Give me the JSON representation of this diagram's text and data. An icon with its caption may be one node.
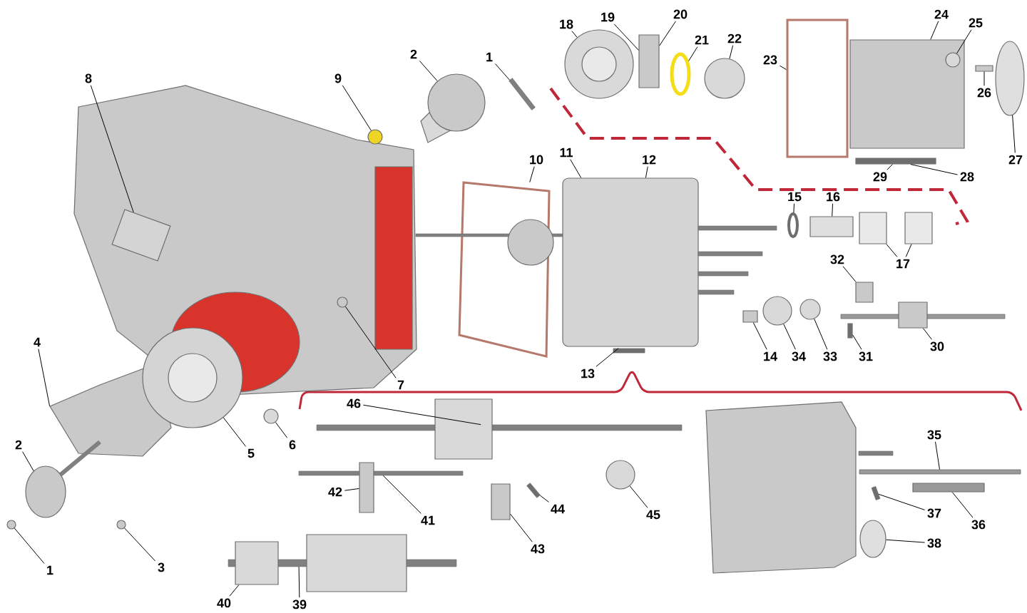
{
  "diagram": {
    "nodes": [
      {
        "text": [
          "8"
        ]
      },
      {
        "text": [
          "9"
        ]
      },
      {
        "text": [
          "2"
        ]
      },
      {
        "text": [
          "1"
        ]
      },
      {
        "text": [
          "18"
        ]
      },
      {
        "text": [
          "19"
        ]
      },
      {
        "text": [
          "20"
        ]
      },
      {
        "text": [
          "21"
        ]
      },
      {
        "text": [
          "22"
        ]
      },
      {
        "text": [
          "23"
        ]
      },
      {
        "text": [
          "24"
        ]
      },
      {
        "text": [
          "25"
        ]
      },
      {
        "text": [
          "26"
        ]
      },
      {
        "text": [
          "27"
        ]
      },
      {
        "text": [
          "10"
        ]
      },
      {
        "text": [
          "11"
        ]
      },
      {
        "text": [
          "12"
        ]
      },
      {
        "text": [
          "29"
        ]
      },
      {
        "text": [
          "28"
        ]
      },
      {
        "text": [
          "15"
        ]
      },
      {
        "text": [
          "16"
        ]
      },
      {
        "text": [
          "17"
        ]
      },
      {
        "text": [
          "32"
        ]
      },
      {
        "text": [
          "4"
        ]
      },
      {
        "text": [
          "7"
        ]
      },
      {
        "text": [
          "30"
        ]
      },
      {
        "text": [
          "14"
        ]
      },
      {
        "text": [
          "34"
        ]
      },
      {
        "text": [
          "33"
        ]
      },
      {
        "text": [
          "31"
        ]
      },
      {
        "text": [
          "13"
        ]
      },
      {
        "text": [
          "46"
        ]
      },
      {
        "text": [
          "35"
        ]
      },
      {
        "text": [
          "2"
        ]
      },
      {
        "text": [
          "6"
        ]
      },
      {
        "text": [
          "5"
        ]
      },
      {
        "text": [
          "42"
        ]
      },
      {
        "text": [
          "41"
        ]
      },
      {
        "text": [
          "44"
        ]
      },
      {
        "text": [
          "45"
        ]
      },
      {
        "text": [
          "37"
        ]
      },
      {
        "text": [
          "36"
        ]
      },
      {
        "text": [
          "38"
        ]
      },
      {
        "text": [
          "43"
        ]
      },
      {
        "text": [
          "3"
        ]
      },
      {
        "text": [
          "1"
        ]
      },
      {
        "text": [
          "40"
        ]
      },
      {
        "text": [
          "39"
        ]
      },
      {
        "text": [],
        "shape": "box"
      },
      {
        "text": [],
        "shape": "bar"
      },
      {
        "text": [],
        "shape": "ellipse"
      },
      {
        "text": [],
        "shape": "bar"
      },
      {
        "text": [],
        "shape": "box"
      },
      {
        "text": [],
        "shape": "box"
      },
      {
        "text": [],
        "shape": "bar"
      },
      {
        "text": [],
        "shape": "box"
      },
      {
        "text": [],
        "shape": "circle"
      },
      {
        "text": [],
        "shape": "circle"
      },
      {
        "text": [],
        "shape": "bar"
      },
      {
        "text": [],
        "shape": "circle"
      },
      {
        "text": [],
        "shape": "bar"
      },
      {
        "text": [],
        "shape": "circle"
      },
      {
        "text": [],
        "shape": "box"
      },
      {
        "text": [],
        "shape": "circle",
        "in": 62
      },
      {
        "text": [],
        "shape": "bar"
      },
      {
        "text": [],
        "shape": "box"
      },
      {
        "text": [],
        "shape": "box",
        "in": 65
      },
      {
        "text": [],
        "shape": "ellipse",
        "in": 65
      },
      {
        "text": [],
        "shape": "circle",
        "in": 65
      },
      {
        "text": [],
        "shape": "box",
        "in": 65
      },
      {
        "text": [],
        "shape": "circle"
      },
      {
        "text": [],
        "shape": "circle"
      },
      {
        "text": [],
        "shape": "bar"
      },
      {
        "text": [],
        "shape": "circle"
      },
      {
        "text": [],
        "shape": "box"
      },
      {
        "text": [],
        "shape": "ellipse"
      },
      {
        "text": [],
        "shape": "circle"
      },
      {
        "text": [],
        "shape": "box"
      },
      {
        "text": [],
        "shape": "bar"
      },
      {
        "text": [],
        "shape": "circle"
      },
      {
        "text": [],
        "shape": "box"
      },
      {
        "text": [],
        "shape": "bar"
      },
      {
        "text": [],
        "shape": "bar"
      },
      {
        "text": [],
        "shape": "bar"
      },
      {
        "text": [],
        "shape": "bar"
      },
      {
        "text": [],
        "shape": "bar"
      },
      {
        "text": [],
        "shape": "ellipse"
      },
      {
        "text": [],
        "shape": "box"
      },
      {
        "text": [],
        "shape": "box"
      },
      {
        "text": [],
        "shape": "box"
      },
      {
        "text": [],
        "shape": "box"
      },
      {
        "text": [],
        "shape": "circle"
      },
      {
        "text": [],
        "shape": "ellipse"
      },
      {
        "text": [],
        "shape": "circle"
      },
      {
        "text": [],
        "shape": "bar"
      },
      {
        "text": [],
        "shape": "box"
      },
      {
        "text": [],
        "shape": "bar"
      },
      {
        "text": [],
        "shape": "box"
      },
      {
        "text": [],
        "shape": "bar"
      },
      {
        "text": [],
        "shape": "box"
      },
      {
        "text": [],
        "shape": "box"
      },
      {
        "text": [],
        "shape": "box"
      },
      {
        "text": [],
        "shape": "bar"
      },
      {
        "text": [],
        "shape": "circle"
      },
      {
        "text": [],
        "shape": "box"
      },
      {
        "text": [],
        "shape": "bar"
      },
      {
        "text": [],
        "shape": "bar"
      },
      {
        "text": [],
        "shape": "ellipse"
      }
    ],
    "edges": [
      {
        "from": 0,
        "to": 66,
        "arrow": "none"
      },
      {
        "from": 1,
        "to": 70,
        "arrow": "none"
      },
      {
        "from": 2,
        "to": 71,
        "arrow": "none"
      },
      {
        "from": 3,
        "to": 72,
        "arrow": "none"
      },
      {
        "from": 4,
        "to": 73,
        "arrow": "none"
      },
      {
        "from": 5,
        "to": 74,
        "arrow": "none"
      },
      {
        "from": 6,
        "to": 74,
        "arrow": "none"
      },
      {
        "from": 7,
        "to": 75,
        "arrow": "none"
      },
      {
        "from": 8,
        "to": 76,
        "arrow": "none"
      },
      {
        "from": 9,
        "to": 48,
        "arrow": "none"
      },
      {
        "from": 10,
        "to": 62,
        "arrow": "none"
      },
      {
        "from": 11,
        "to": 63,
        "arrow": "none"
      },
      {
        "from": 12,
        "to": 49,
        "arrow": "none"
      },
      {
        "from": 13,
        "to": 50,
        "arrow": "none"
      },
      {
        "from": 14,
        "to": 77,
        "arrow": "none"
      },
      {
        "from": 15,
        "to": 80,
        "arrow": "none"
      },
      {
        "from": 16,
        "to": 80,
        "arrow": "none"
      },
      {
        "from": 17,
        "to": 51,
        "arrow": "none"
      },
      {
        "from": 18,
        "to": 51,
        "arrow": "none"
      },
      {
        "from": 19,
        "to": 86,
        "arrow": "none"
      },
      {
        "from": 20,
        "to": 87,
        "arrow": "none"
      },
      {
        "from": 21,
        "to": 52,
        "arrow": "none"
      },
      {
        "from": 21,
        "to": 53,
        "arrow": "none"
      },
      {
        "from": 22,
        "to": 88,
        "arrow": "none"
      },
      {
        "from": 23,
        "to": 90,
        "arrow": "none"
      },
      {
        "from": 24,
        "to": 68,
        "arrow": "none"
      },
      {
        "from": 25,
        "to": 89,
        "arrow": "none"
      },
      {
        "from": 26,
        "to": 55,
        "arrow": "none"
      },
      {
        "from": 27,
        "to": 56,
        "arrow": "none"
      },
      {
        "from": 28,
        "to": 57,
        "arrow": "none"
      },
      {
        "from": 29,
        "to": 58,
        "arrow": "none"
      },
      {
        "from": 30,
        "to": 81,
        "arrow": "none"
      },
      {
        "from": 31,
        "to": 94,
        "arrow": "none"
      },
      {
        "from": 32,
        "to": 64,
        "arrow": "none"
      },
      {
        "from": 33,
        "to": 92,
        "arrow": "none"
      },
      {
        "from": 34,
        "to": 59,
        "arrow": "none"
      },
      {
        "from": 35,
        "to": 91,
        "arrow": "none"
      },
      {
        "from": 36,
        "to": 97,
        "arrow": "none"
      },
      {
        "from": 37,
        "to": 96,
        "arrow": "none"
      },
      {
        "from": 38,
        "to": 102,
        "arrow": "none"
      },
      {
        "from": 39,
        "to": 103,
        "arrow": "none"
      },
      {
        "from": 40,
        "to": 106,
        "arrow": "none"
      },
      {
        "from": 41,
        "to": 60,
        "arrow": "none"
      },
      {
        "from": 42,
        "to": 107,
        "arrow": "none"
      },
      {
        "from": 43,
        "to": 101,
        "arrow": "none"
      },
      {
        "from": 44,
        "to": 93,
        "arrow": "none"
      },
      {
        "from": 45,
        "to": 61,
        "arrow": "none"
      },
      {
        "from": 46,
        "to": 99,
        "arrow": "none"
      },
      {
        "from": 47,
        "to": 98,
        "arrow": "none"
      }
    ]
  }
}
